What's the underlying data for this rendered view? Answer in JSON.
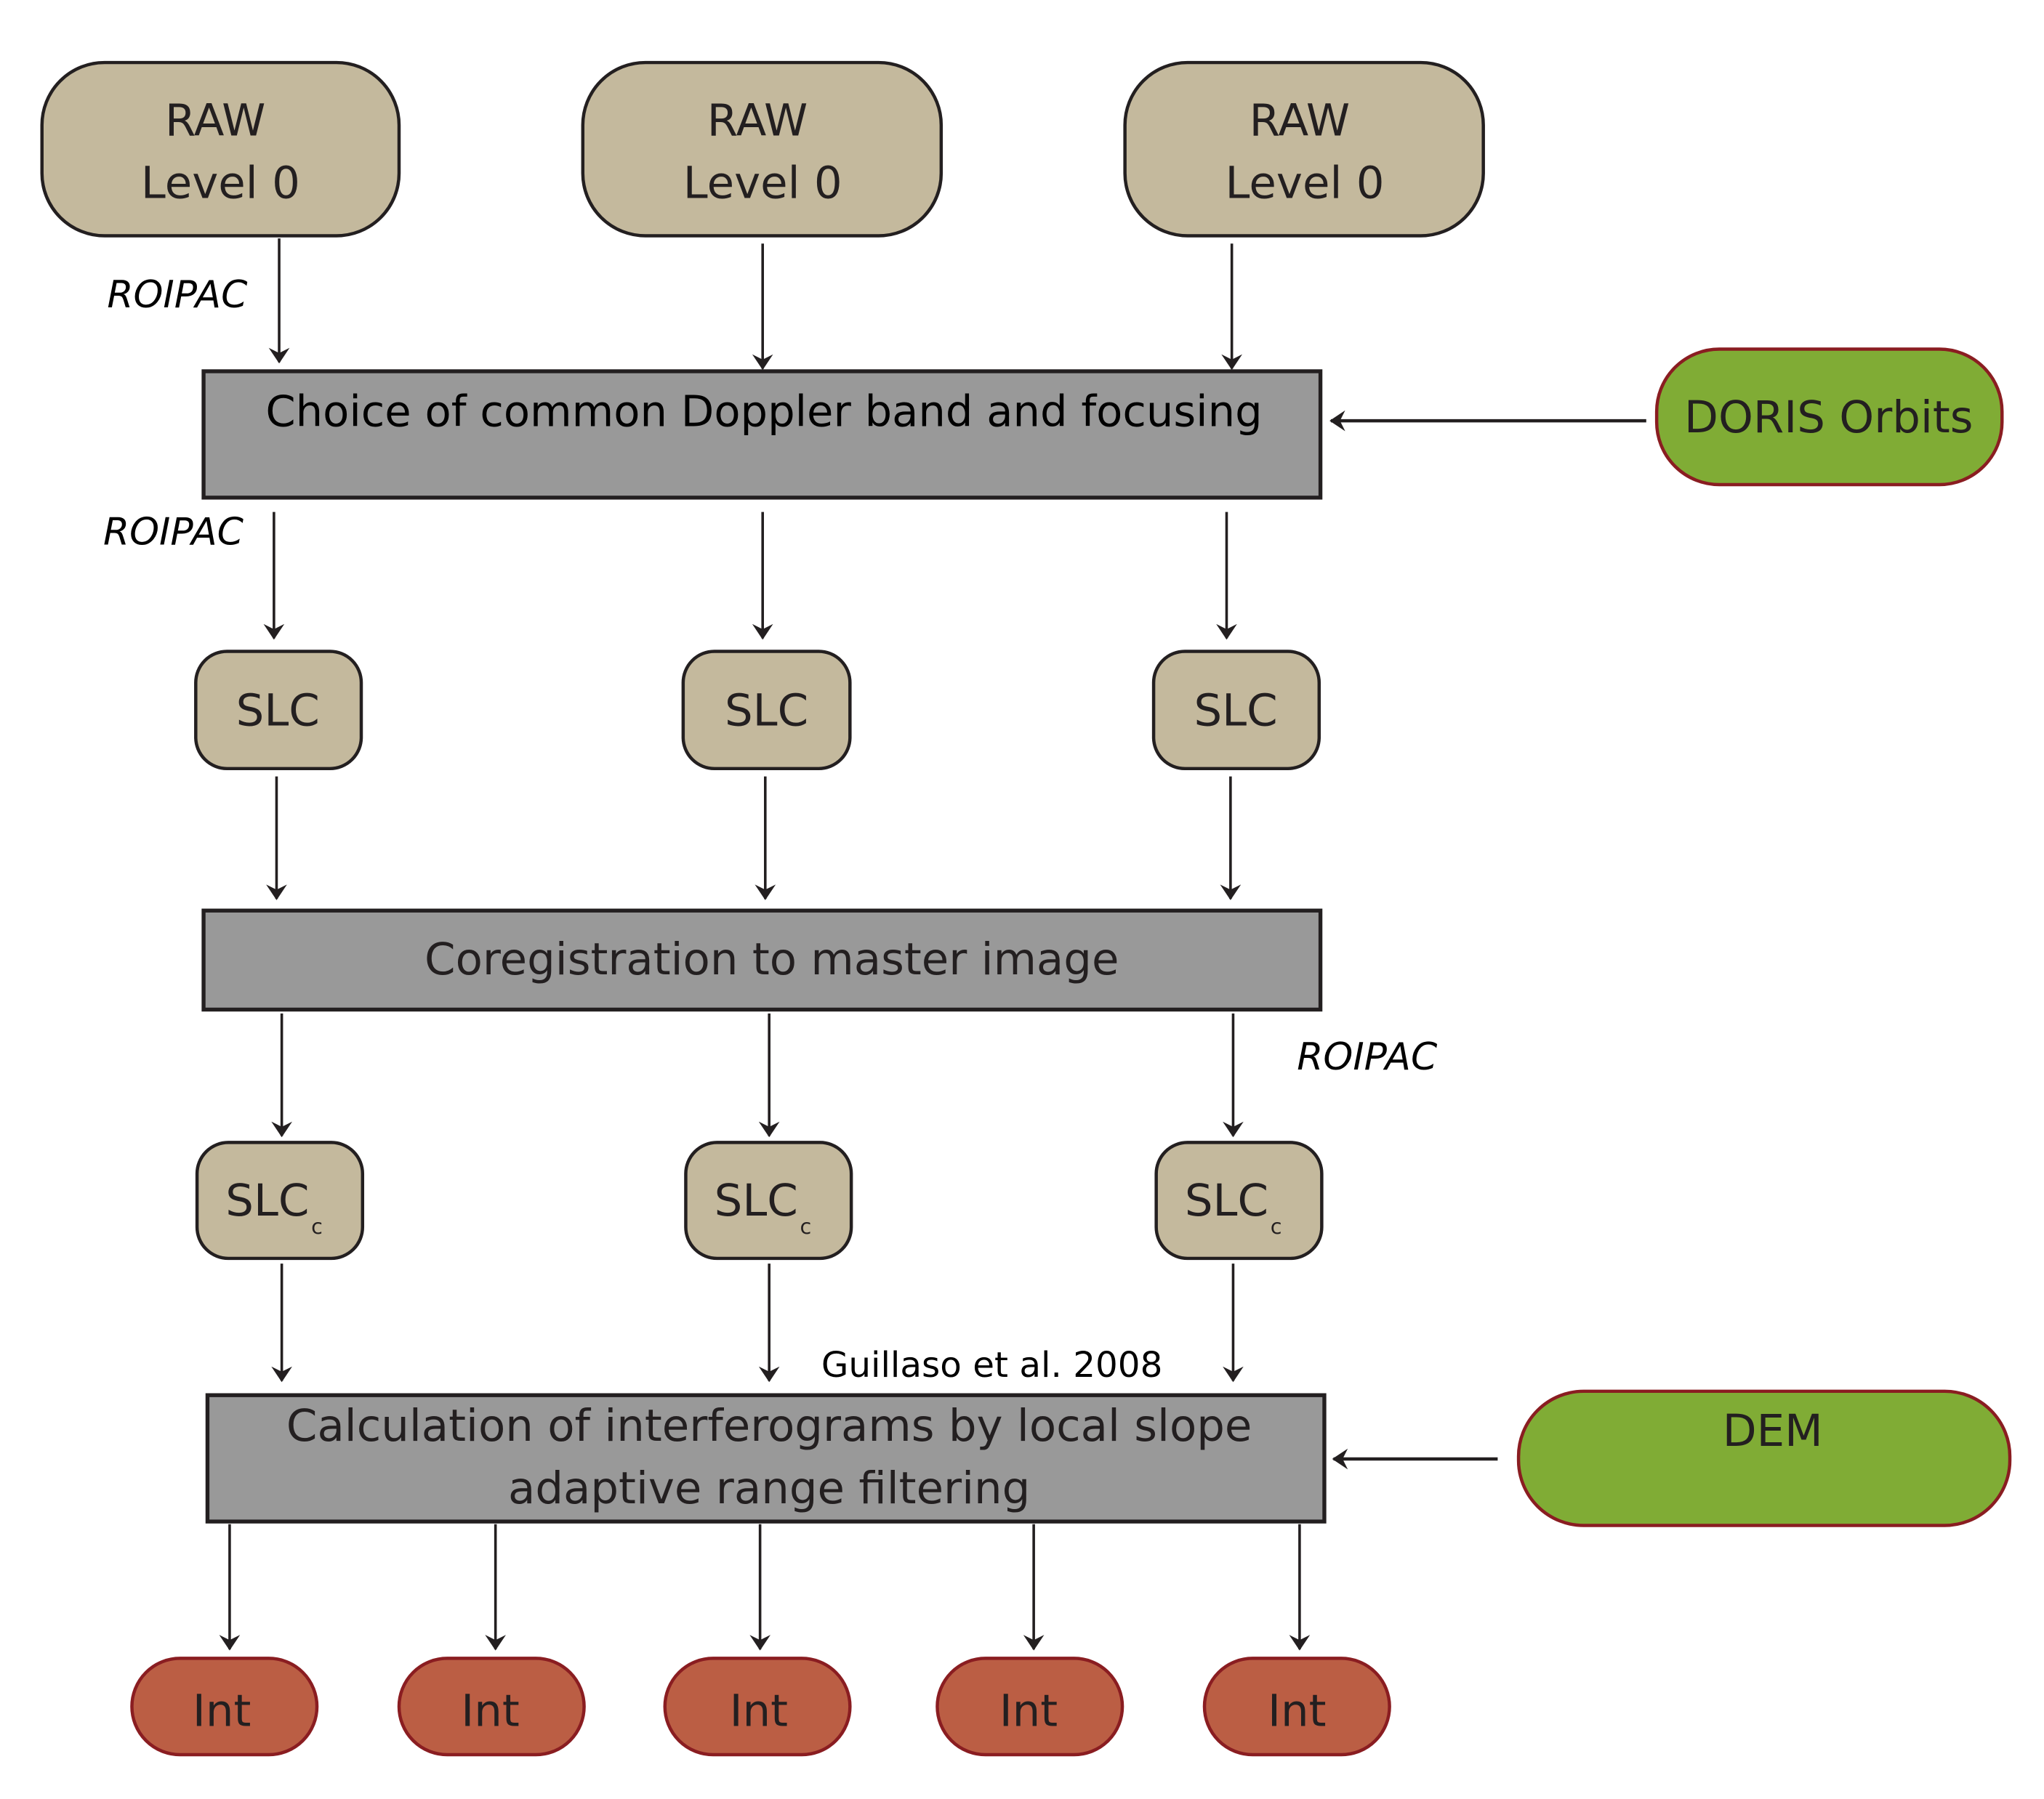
{
  "colors": {
    "raw_fill": "#c4b99d",
    "process_fill": "#999999",
    "input_fill": "#80ac35",
    "input_stroke": "#8a1d21",
    "output_fill": "#bb5e44",
    "output_stroke": "#8a1d21",
    "stroke": "#231f20"
  },
  "raw_nodes": [
    {
      "line1": "RAW",
      "line2": "Level 0"
    },
    {
      "line1": "RAW",
      "line2": "Level 0"
    },
    {
      "line1": "RAW",
      "line2": "Level 0"
    }
  ],
  "processes": {
    "doppler": "Choice of common Doppler band and focusing",
    "coregistration": "Coregistration to master image",
    "interferograms_line1": "Calculation of interferograms by local slope",
    "interferograms_line2": "adaptive range filtering"
  },
  "inputs": {
    "doris": "DORIS Orbits",
    "dem": "DEM"
  },
  "slc_nodes": [
    "SLC",
    "SLC",
    "SLC"
  ],
  "slcc_nodes": [
    {
      "base": "SLC",
      "sub": "c"
    },
    {
      "base": "SLC",
      "sub": "c"
    },
    {
      "base": "SLC",
      "sub": "c"
    }
  ],
  "int_nodes": [
    "Int",
    "Int",
    "Int",
    "Int",
    "Int"
  ],
  "annotations": {
    "roipac_1": "ROIPAC",
    "roipac_2": "ROIPAC",
    "roipac_3": "ROIPAC",
    "citation": "Guillaso et al. 2008"
  }
}
